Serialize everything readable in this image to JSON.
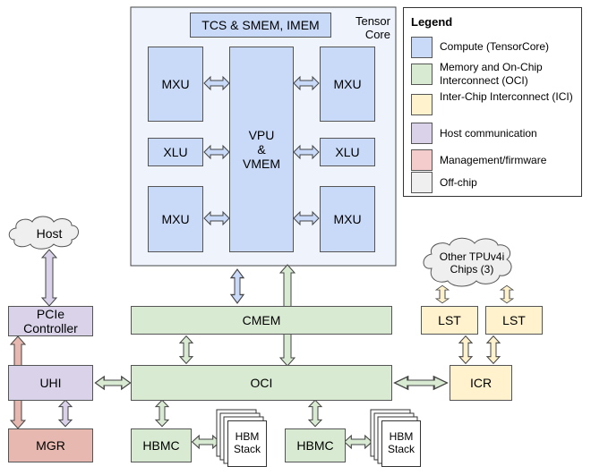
{
  "tensor_core": {
    "label": "Tensor\nCore",
    "tcs_label": "TCS & SMEM, IMEM",
    "vpu_label": "VPU\n&\nVMEM",
    "mxu_labels": [
      "MXU",
      "MXU",
      "MXU",
      "MXU"
    ],
    "xlu_labels": [
      "XLU",
      "XLU"
    ]
  },
  "host_cloud": "Host",
  "other_chips_cloud": "Other TPUv4i\nChips (3)",
  "pcie_label": "PCIe\nController",
  "uhi_label": "UHI",
  "mgr_label": "MGR",
  "cmem_label": "CMEM",
  "oci_label": "OCI",
  "icr_label": "ICR",
  "lst_labels": [
    "LST",
    "LST"
  ],
  "hbmc_labels": [
    "HBMC",
    "HBMC"
  ],
  "hbm_stack_labels": [
    "HBM\nStack",
    "HBM\nStack"
  ],
  "legend": {
    "title": "Legend",
    "items": [
      {
        "label": "Compute (TensorCore)",
        "color": "#c9daf8"
      },
      {
        "label": "Memory and On-Chip Interconnect (OCI)",
        "color": "#d9ead3"
      },
      {
        "label": "Inter-Chip Interconnect (ICI)",
        "color": "#fff2cc"
      },
      {
        "label": "Host communication",
        "color": "#d9d2e9"
      },
      {
        "label": "Management/firmware",
        "color": "#f4cccc"
      },
      {
        "label": "Off-chip",
        "color": "#efefef"
      }
    ]
  }
}
